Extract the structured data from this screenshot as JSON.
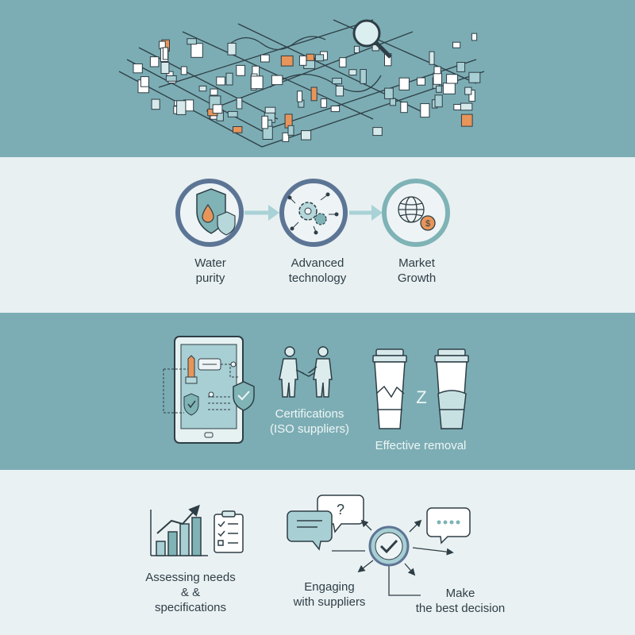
{
  "steps": [
    {
      "label": "Water\npurity",
      "icon": "shield-drop-icon"
    },
    {
      "label": "Advanced\ntechnology",
      "icon": "gears-icon"
    },
    {
      "label": "Market\nGrowth",
      "icon": "globe-dollar-icon"
    }
  ],
  "section3": {
    "certifications": "Certifications\n(ISO suppliers)",
    "removal": "Effective removal",
    "z_mark": "Z"
  },
  "section4": {
    "assessing": "Assessing needs\n& &\nspecifications",
    "engaging": "Engaging\nwith suppliers",
    "decision": "Make\nthe best decision",
    "question_mark": "?"
  },
  "colors": {
    "teal_band": "#7cadb4",
    "light_band": "#e8f0f2",
    "navy": "#5a7392",
    "teal_ring": "#7fb3b6",
    "orange": "#e8955a",
    "outline": "#2e3e46"
  }
}
